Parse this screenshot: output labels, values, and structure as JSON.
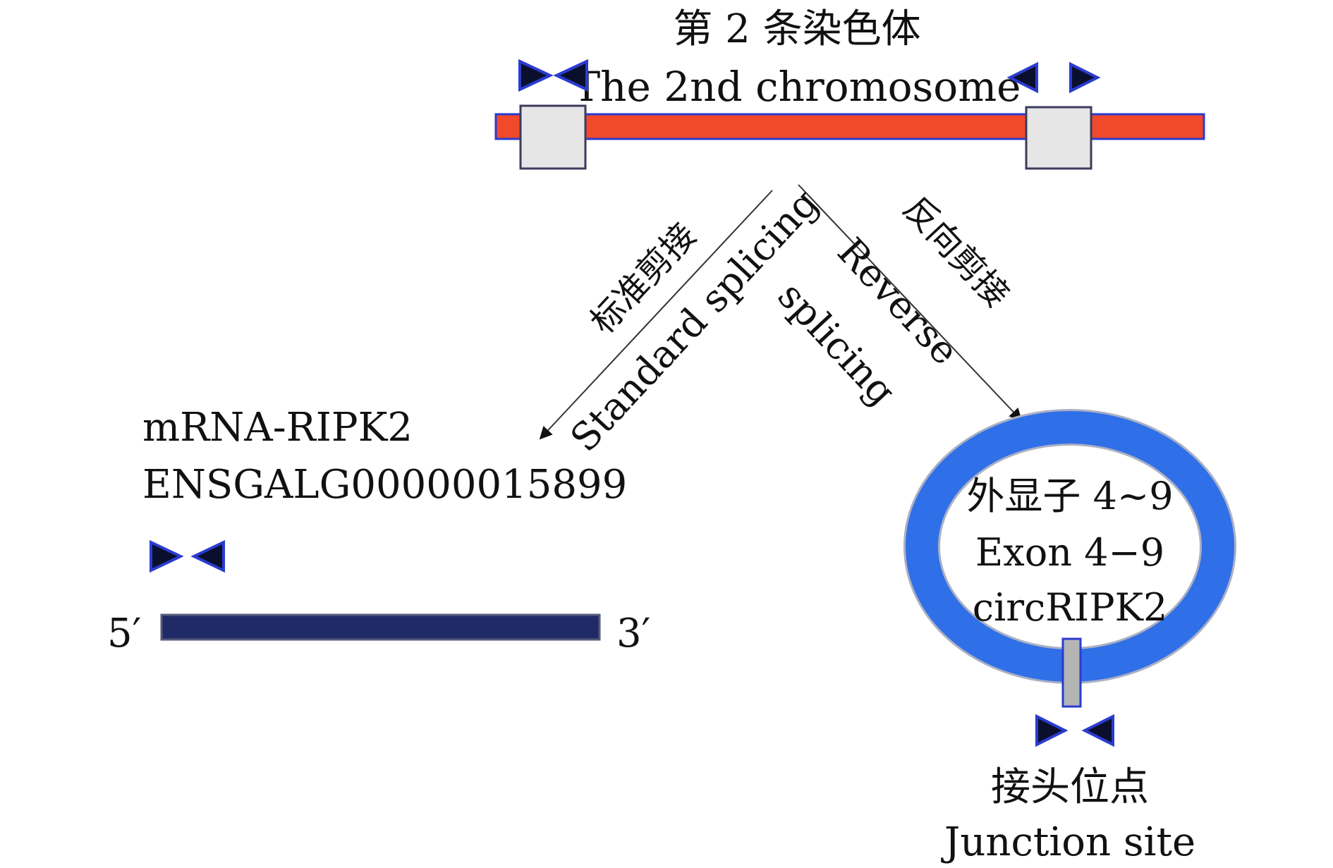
{
  "chromosome": {
    "title_cn": "第 2 条染色体",
    "title_en": "The 2nd chromosome"
  },
  "splicing": {
    "standard_cn": "标准剪接",
    "standard_en": "Standard splicing",
    "reverse_cn": "反向剪接",
    "reverse_en_1": "Reverse",
    "reverse_en_2": "splicing"
  },
  "mrna": {
    "name": "mRNA-RIPK2",
    "gene_id": "ENSGALG00000015899",
    "end5": "5′",
    "end3": "3′"
  },
  "circ": {
    "exon_cn": "外显子 4~9",
    "exon_en": "Exon 4−9",
    "name": "circRIPK2",
    "junction_cn": "接头位点",
    "junction_en": "Junction site"
  },
  "colors": {
    "chromosome_bar": "#f04a2b",
    "chromosome_outline": "#2a3ccf",
    "exon_box": "#e6e6e6",
    "mrna_bar": "#1f2a66",
    "circ_ring": "#2f6fe8",
    "junction_mark": "#b5b5b5",
    "primer": "#0a0f2e"
  },
  "icons": [
    "primer-forward-icon",
    "primer-reverse-icon",
    "arrow-head-icon"
  ]
}
